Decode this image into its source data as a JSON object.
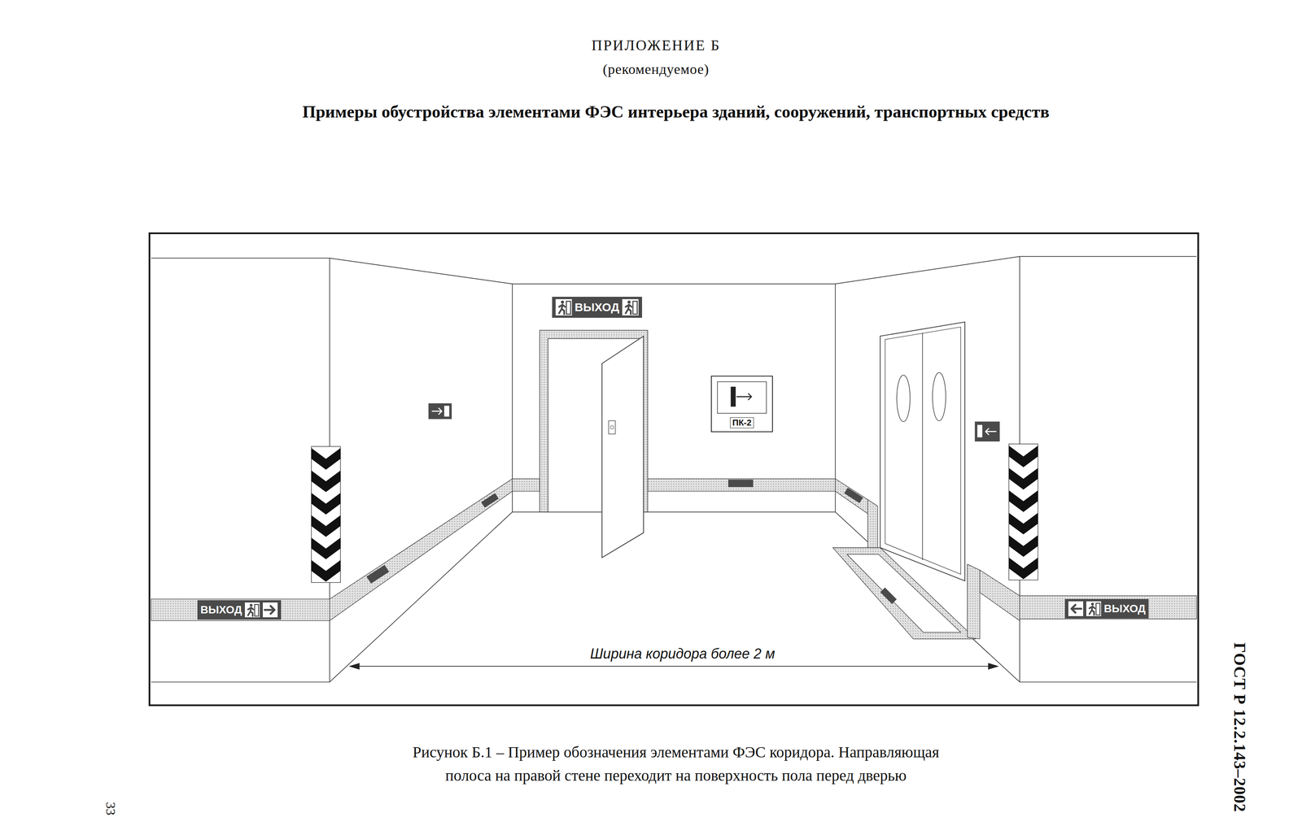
{
  "diagram": {
    "title": "Примеры обустройства элементами ФЭС интерьера зданий, сооружений, транспортных средств",
    "caption": "Рисунок Б.1 – Пример обозначения элементами ФЭС коридора. Направляющая полоса на правой стене переходит на поверхность пола перед дверью",
    "nodes": [
      {
        "text": [
          "ВЫХОД"
        ]
      },
      {
        "text": [
          "ПК-2"
        ]
      },
      {
        "text": [
          "ВЫХОД"
        ]
      },
      {
        "text": [
          "ВЫХОД"
        ]
      }
    ],
    "labels": [
      "ПРИЛОЖЕНИЕ Б",
      "(рекомендуемое)",
      "Ширина коридора более 2 м",
      "ГОСТ Р 12.2.143–2002",
      "33"
    ]
  }
}
